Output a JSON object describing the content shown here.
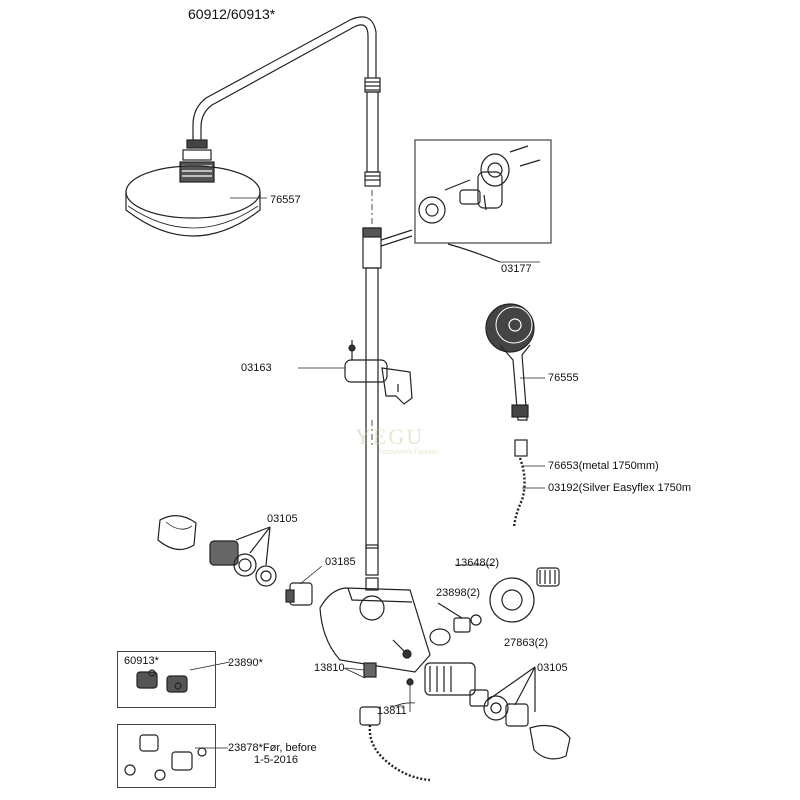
{
  "title": "60912/60913*",
  "parts": {
    "head_shower": "76557",
    "wall_bracket": "03177",
    "slider": "03163",
    "hand_shower": "76555",
    "hose_metal": "76653",
    "hose_metal_note": "(metal 1750mm)",
    "hose_silver": "03192",
    "hose_silver_note": "(Silver Easyflex 1750m",
    "handle_left": "03105",
    "cartridge": "03185",
    "eccentric": "13648",
    "eccentric_qty": "(2)",
    "check_valve": "23898",
    "check_valve_qty": "(2)",
    "seal": "27863",
    "seal_qty": "(2)",
    "handle_right": "03105",
    "diverter_nut": "13810",
    "diverter": "13811"
  },
  "insets": {
    "inset1_tag": "60913*",
    "inset1_part": "23890*",
    "inset2_part": "23878*",
    "inset2_note_1": "Før, before",
    "inset2_note_2": "1-5-2016"
  },
  "watermark": {
    "brand": "YEGU",
    "tagline": "Ecosystem Fashion"
  }
}
